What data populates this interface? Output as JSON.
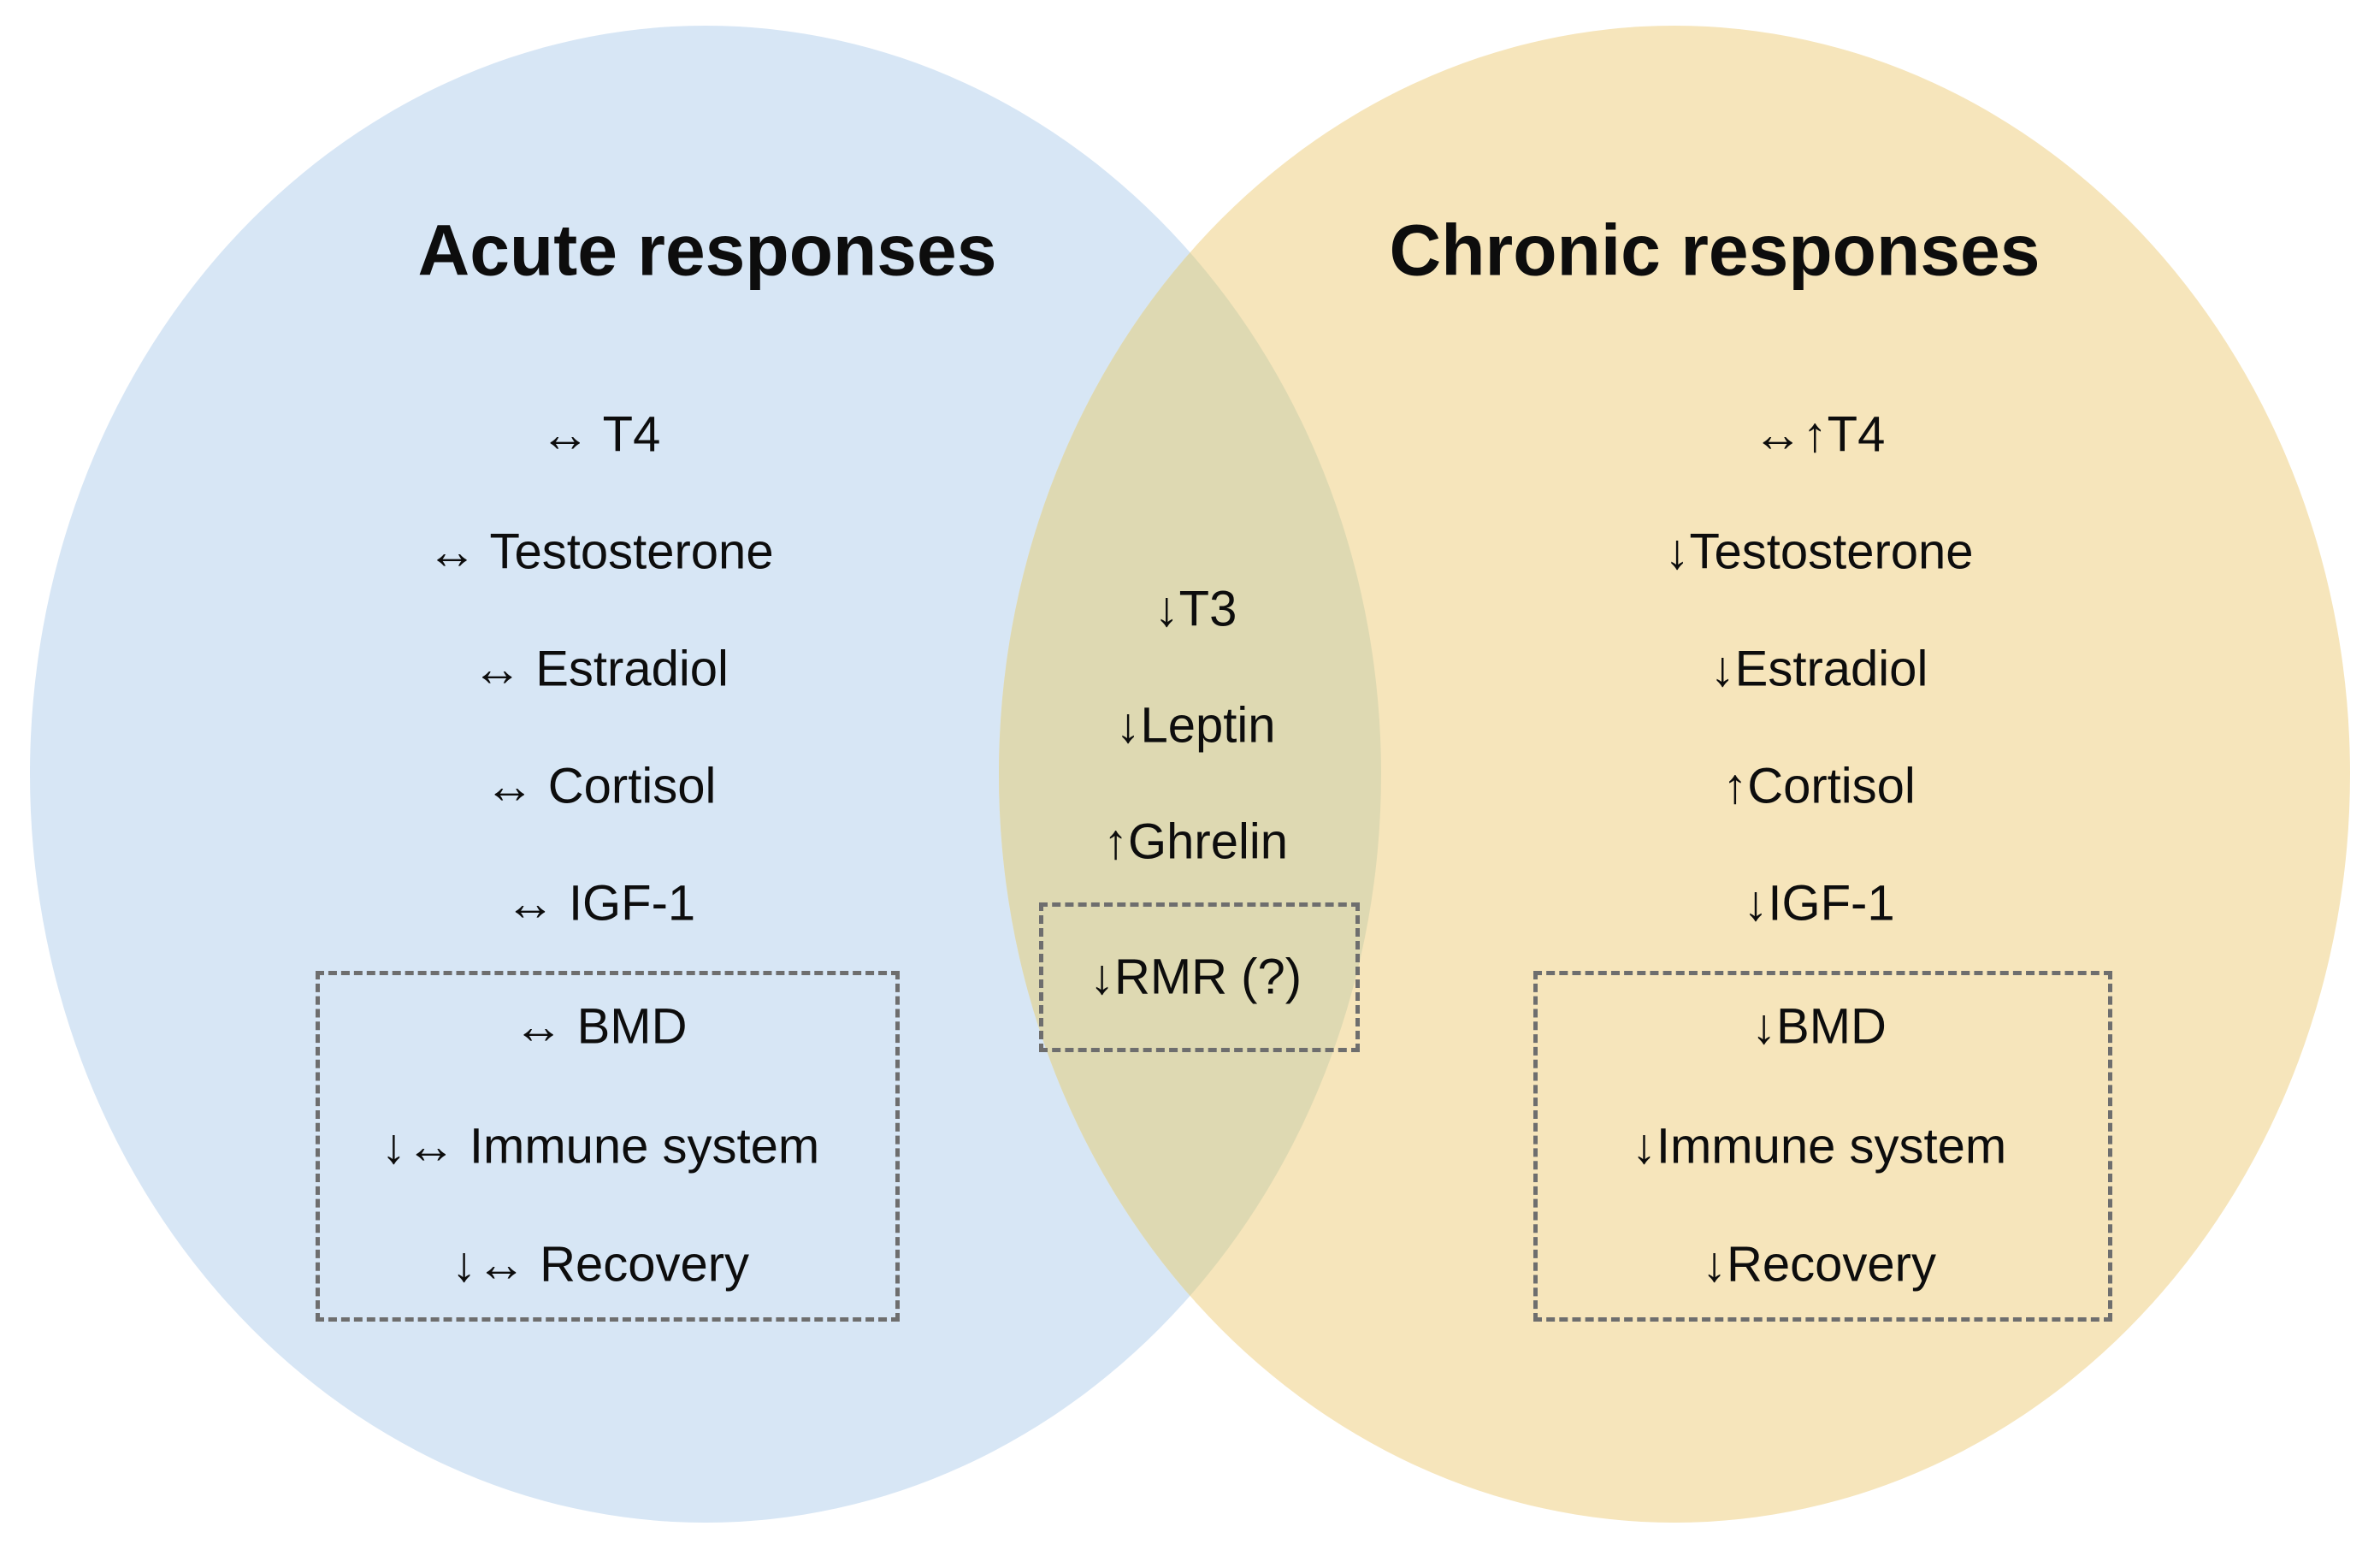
{
  "diagram": {
    "left_circle": {
      "title": "Acute responses",
      "items": [
        "↔ T4",
        "↔ Testosterone",
        "↔ Estradiol",
        "↔ Cortisol",
        "↔ IGF-1"
      ],
      "boxed_items": [
        "↔ BMD",
        "↓↔ Immune system",
        "↓↔ Recovery"
      ]
    },
    "overlap": {
      "items": [
        "↓T3",
        "↓Leptin",
        "↑Ghrelin"
      ],
      "boxed_items": [
        "↓RMR (?)"
      ]
    },
    "right_circle": {
      "title": "Chronic responses",
      "items": [
        "↔↑T4",
        "↓Testosterone",
        "↓Estradiol",
        "↑Cortisol",
        "↓IGF-1"
      ],
      "boxed_items": [
        "↓BMD",
        "↓Immune system",
        "↓Recovery"
      ]
    },
    "colors": {
      "left_fill": "#d7e6f5",
      "right_fill": "#f6e5bb",
      "overlap_fill": "#ded9b2",
      "box_border": "#6e6e6e",
      "text": "#0d0d0d"
    }
  }
}
